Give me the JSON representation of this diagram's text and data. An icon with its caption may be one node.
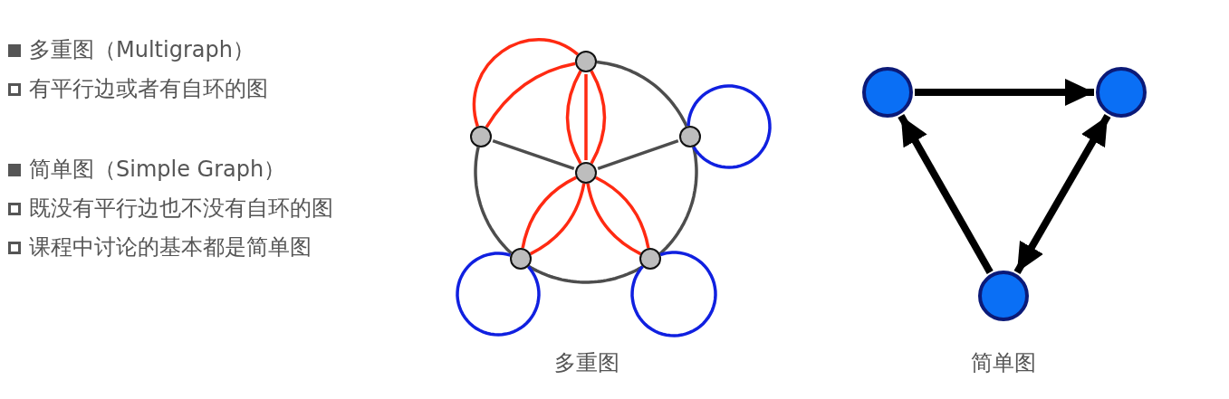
{
  "diagram": {
    "nodes": [
      {
        "text": [],
        "shape": "circle"
      },
      {
        "text": [],
        "shape": "circle"
      },
      {
        "text": [],
        "shape": "circle"
      },
      {
        "text": [],
        "shape": "circle"
      },
      {
        "text": [],
        "shape": "circle"
      },
      {
        "text": [],
        "shape": "circle"
      },
      {
        "text": [],
        "shape": "circle"
      },
      {
        "text": [],
        "shape": "circle"
      },
      {
        "text": [],
        "shape": "circle"
      }
    ],
    "edges": [
      {
        "from": 0,
        "to": 2,
        "arrow": "none",
        "color": "#4d4d4d"
      },
      {
        "from": 2,
        "to": 5,
        "arrow": "none",
        "color": "#4d4d4d"
      },
      {
        "from": 5,
        "to": 4,
        "arrow": "none",
        "color": "#4d4d4d"
      },
      {
        "from": 4,
        "to": 1,
        "arrow": "none",
        "color": "#4d4d4d"
      },
      {
        "from": 1,
        "to": 3,
        "arrow": "none",
        "color": "#4d4d4d"
      },
      {
        "from": 3,
        "to": 2,
        "arrow": "none",
        "color": "#4d4d4d"
      },
      {
        "from": 0,
        "to": 1,
        "arrow": "none",
        "color": "#ff2a12"
      },
      {
        "from": 0,
        "to": 1,
        "arrow": "none",
        "color": "#ff2a12"
      },
      {
        "from": 0,
        "to": 3,
        "arrow": "none",
        "color": "#ff2a12"
      },
      {
        "from": 0,
        "to": 3,
        "arrow": "none",
        "color": "#ff2a12"
      },
      {
        "from": 0,
        "to": 3,
        "arrow": "none",
        "color": "#ff2a12"
      },
      {
        "from": 3,
        "to": 4,
        "arrow": "none",
        "color": "#ff2a12"
      },
      {
        "from": 3,
        "to": 4,
        "arrow": "none",
        "color": "#ff2a12"
      },
      {
        "from": 3,
        "to": 5,
        "arrow": "none",
        "color": "#ff2a12"
      },
      {
        "from": 3,
        "to": 5,
        "arrow": "none",
        "color": "#ff2a12"
      },
      {
        "from": 2,
        "to": 2,
        "arrow": "none",
        "color": "#1020e0"
      },
      {
        "from": 4,
        "to": 4,
        "arrow": "none",
        "color": "#1020e0"
      },
      {
        "from": 5,
        "to": 5,
        "arrow": "none",
        "color": "#1020e0"
      },
      {
        "from": 6,
        "to": 7,
        "arrow": "to",
        "style": "thick",
        "color": "#000000"
      },
      {
        "from": 8,
        "to": 6,
        "arrow": "to",
        "style": "thick",
        "color": "#000000"
      },
      {
        "from": 7,
        "to": 8,
        "arrow": "both",
        "style": "thick",
        "color": "#000000"
      }
    ],
    "labels": [
      "多重图（Multigraph）",
      "有平行边或者有自环的图",
      "简单图（Simple Graph）",
      "既没有平行边也不没有自环的图",
      "课程中讨论的基本都是简单图",
      "多重图",
      "简单图"
    ]
  }
}
